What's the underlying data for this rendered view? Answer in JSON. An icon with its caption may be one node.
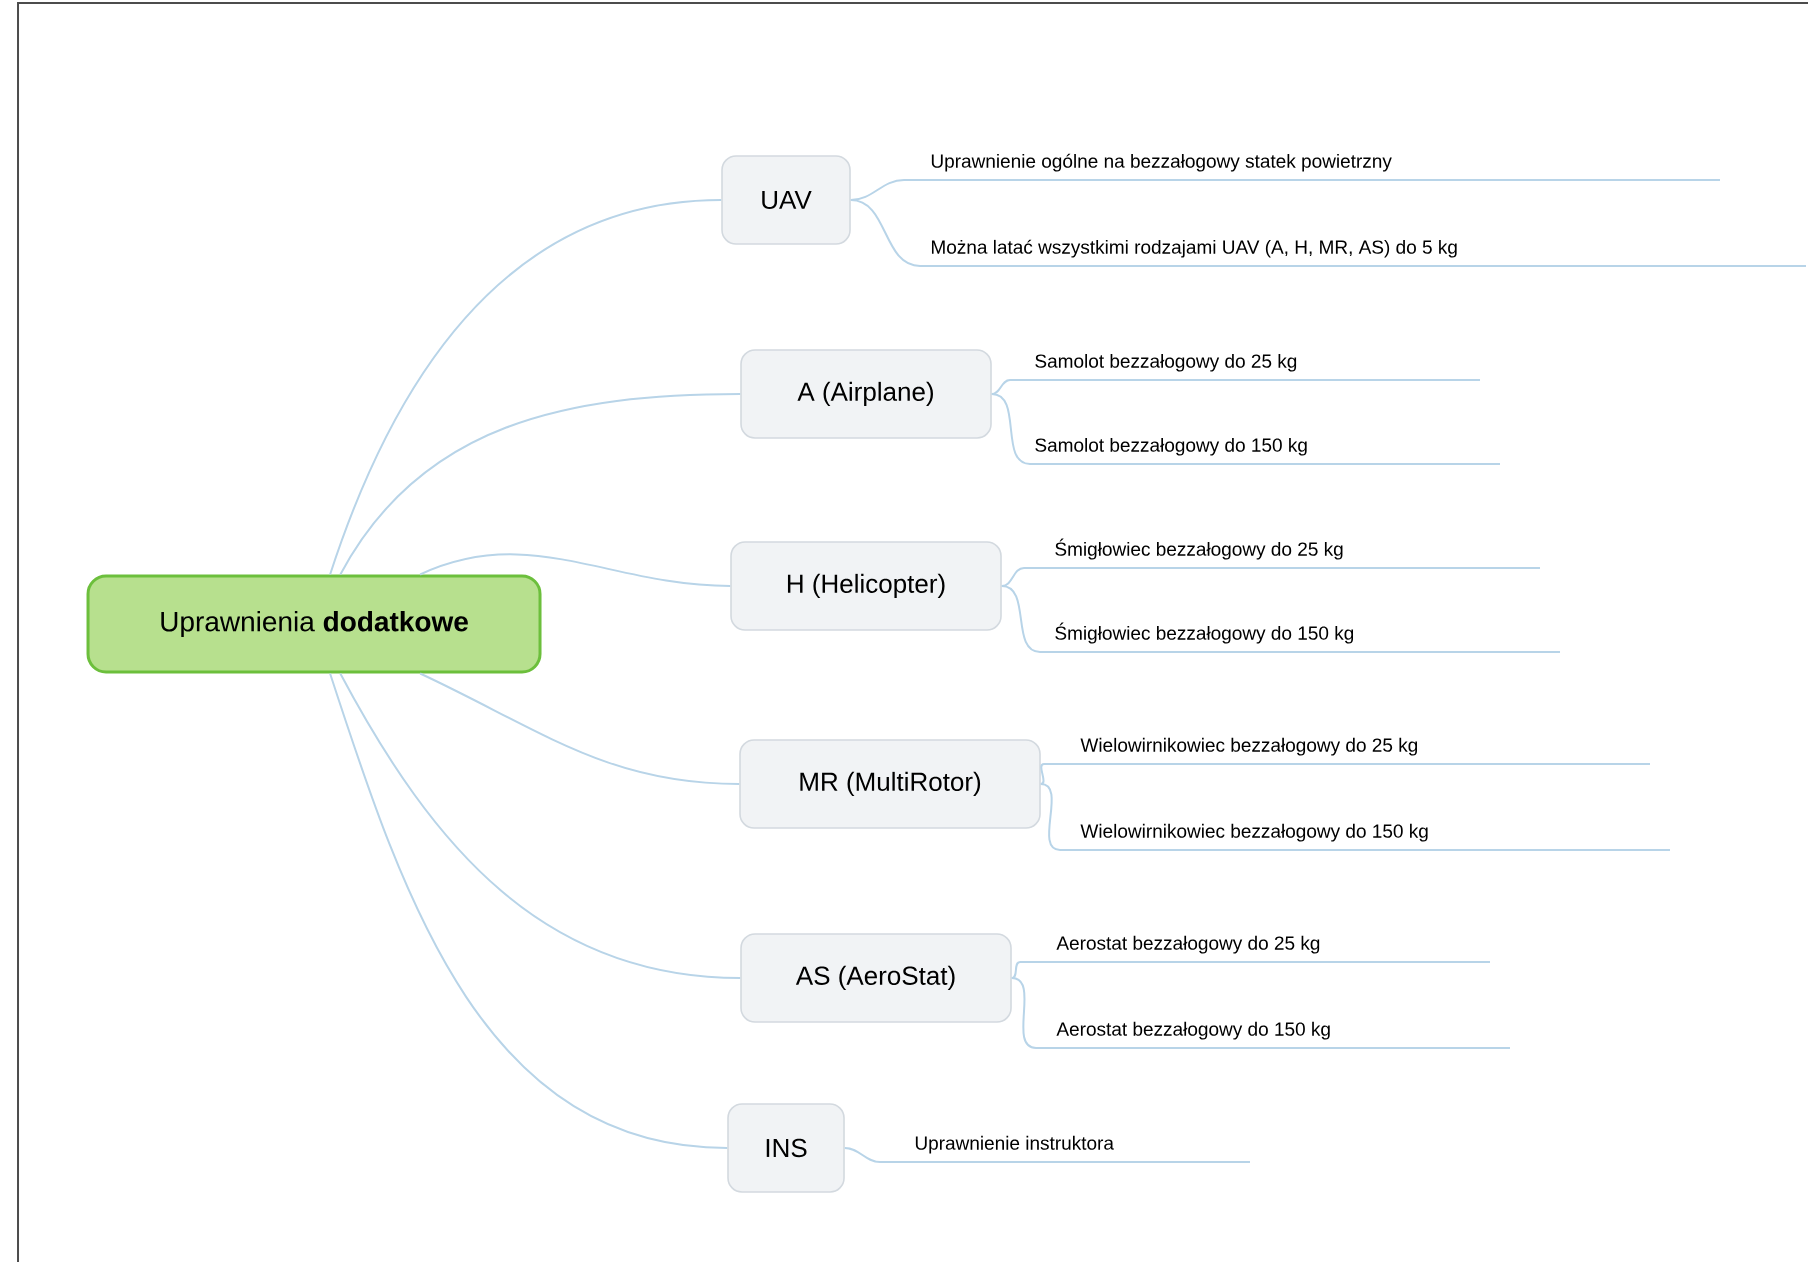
{
  "diagram": {
    "nodes": [
      {
        "text": [
          "Uprawnienia **dodatkowe**"
        ]
      },
      {
        "text": [
          "UAV"
        ]
      },
      {
        "text": [
          "A (Airplane)"
        ]
      },
      {
        "text": [
          "H (Helicopter)"
        ]
      },
      {
        "text": [
          "MR (MultiRotor)"
        ]
      },
      {
        "text": [
          "AS (AeroStat)"
        ]
      },
      {
        "text": [
          "INS"
        ]
      },
      {
        "text": [
          "Uprawnienie ogólne na bezzałogowy statek powietrzny"
        ]
      },
      {
        "text": [
          "Można latać wszystkimi rodzajami UAV (A, H, MR, AS) do 5 kg"
        ]
      },
      {
        "text": [
          "Samolot bezzałogowy do 25 kg"
        ]
      },
      {
        "text": [
          "Samolot bezzałogowy do 150 kg"
        ]
      },
      {
        "text": [
          "Śmigłowiec bezzałogowy do 25 kg"
        ]
      },
      {
        "text": [
          "Śmigłowiec bezzałogowy do 150 kg"
        ]
      },
      {
        "text": [
          "Wielowirnikowiec bezzałogowy do 25 kg"
        ]
      },
      {
        "text": [
          "Wielowirnikowiec bezzałogowy do 150 kg"
        ]
      },
      {
        "text": [
          "Aerostat bezzałogowy do 25 kg"
        ]
      },
      {
        "text": [
          "Aerostat  bezzałogowy do 150 kg"
        ]
      },
      {
        "text": [
          "Uprawnienie instruktora"
        ]
      }
    ],
    "edges": [
      {
        "from": 0,
        "to": 1,
        "arrow": "none"
      },
      {
        "from": 0,
        "to": 2,
        "arrow": "none"
      },
      {
        "from": 0,
        "to": 3,
        "arrow": "none"
      },
      {
        "from": 0,
        "to": 4,
        "arrow": "none"
      },
      {
        "from": 0,
        "to": 5,
        "arrow": "none"
      },
      {
        "from": 0,
        "to": 6,
        "arrow": "none"
      },
      {
        "from": 1,
        "to": 7,
        "arrow": "none"
      },
      {
        "from": 1,
        "to": 8,
        "arrow": "none"
      },
      {
        "from": 2,
        "to": 9,
        "arrow": "none"
      },
      {
        "from": 2,
        "to": 10,
        "arrow": "none"
      },
      {
        "from": 3,
        "to": 11,
        "arrow": "none"
      },
      {
        "from": 3,
        "to": 12,
        "arrow": "none"
      },
      {
        "from": 4,
        "to": 13,
        "arrow": "none"
      },
      {
        "from": 4,
        "to": 14,
        "arrow": "none"
      },
      {
        "from": 5,
        "to": 15,
        "arrow": "none"
      },
      {
        "from": 5,
        "to": 16,
        "arrow": "none"
      },
      {
        "from": 6,
        "to": 17,
        "arrow": "none"
      }
    ]
  }
}
